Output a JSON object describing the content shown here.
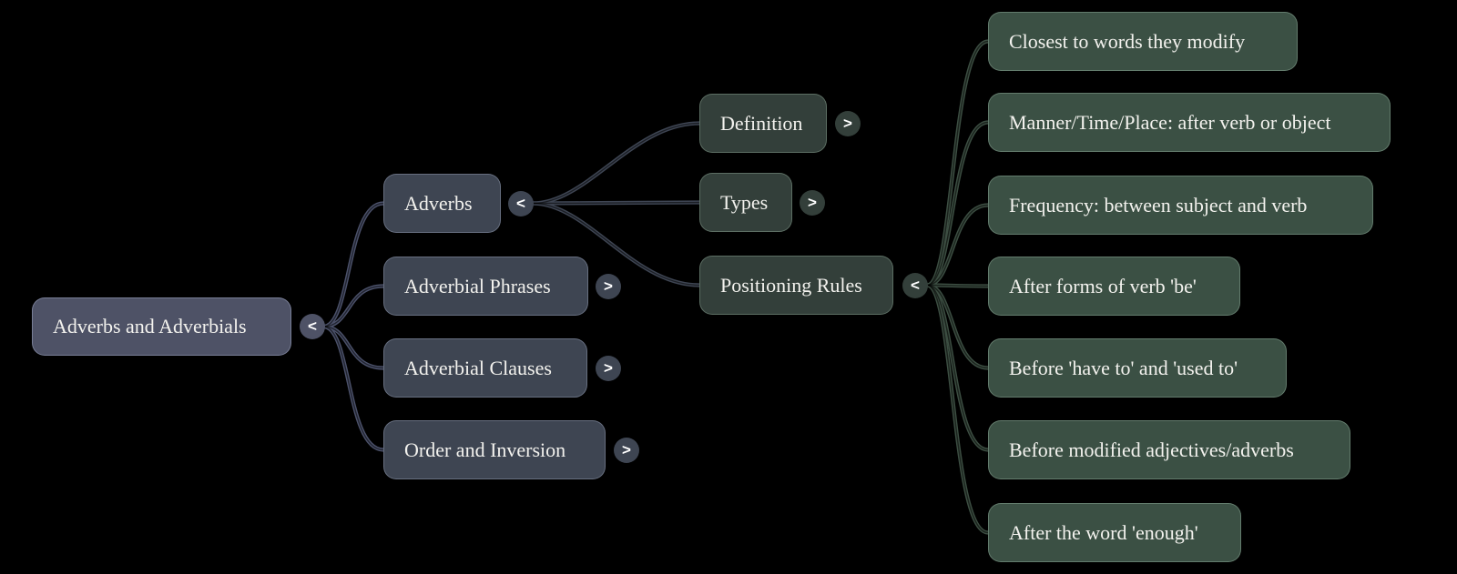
{
  "diagram": {
    "type": "mindmap",
    "glyphs": {
      "collapse": "<",
      "expand": ">"
    },
    "colors": {
      "background": "#000000",
      "root_fill": "#4e5266",
      "branch_fill": "#3e4552",
      "dark_green_fill": "#333f3a",
      "green_fill": "#3b5044",
      "text": "#f3f2ee",
      "edge_slate": "#4b516a",
      "edge_branch": "#3e4553",
      "edge_green": "#3c4e42"
    },
    "nodes": {
      "root": {
        "label": "Adverbs and Adverbials",
        "state": "expanded"
      },
      "adverbs": {
        "label": "Adverbs",
        "state": "expanded"
      },
      "adverbial_phrases": {
        "label": "Adverbial Phrases",
        "state": "collapsed"
      },
      "adverbial_clauses": {
        "label": "Adverbial Clauses",
        "state": "collapsed"
      },
      "order_and_inversion": {
        "label": "Order and Inversion",
        "state": "collapsed"
      },
      "definition": {
        "label": "Definition",
        "state": "collapsed"
      },
      "types": {
        "label": "Types",
        "state": "collapsed"
      },
      "positioning_rules": {
        "label": "Positioning Rules",
        "state": "expanded"
      },
      "rule_closest": {
        "label": "Closest to words they modify"
      },
      "rule_manner_time_place": {
        "label": "Manner/Time/Place: after verb or object"
      },
      "rule_frequency": {
        "label": "Frequency: between subject and verb"
      },
      "rule_verb_be": {
        "label": "After forms of verb 'be'"
      },
      "rule_have_to_used_to": {
        "label": "Before 'have to' and 'used to'"
      },
      "rule_modified": {
        "label": "Before modified adjectives/adverbs"
      },
      "rule_enough": {
        "label": "After the word 'enough'"
      }
    }
  }
}
